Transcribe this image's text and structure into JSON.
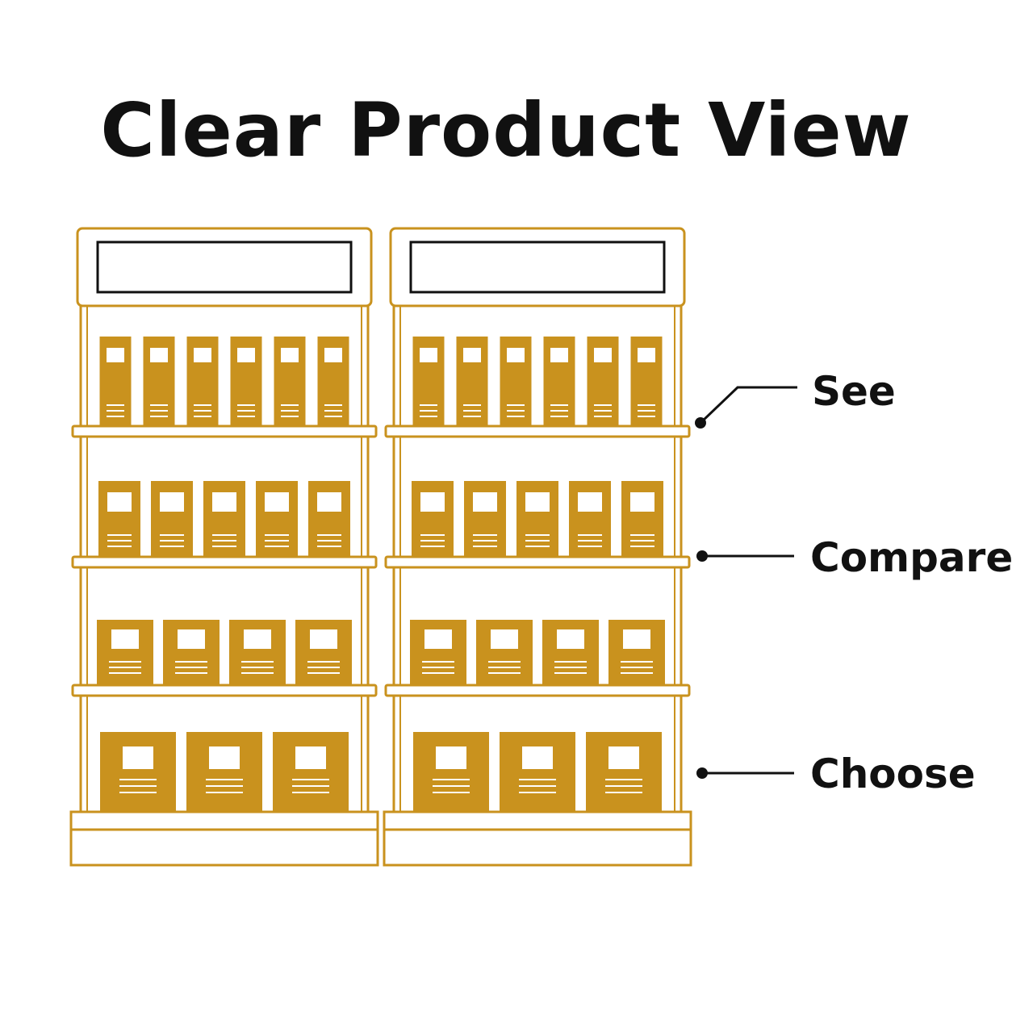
{
  "title": "Clear Product View",
  "colors": {
    "accent": "#C9921E",
    "ink": "#111111",
    "background": "#FFFFFF"
  },
  "shelf_units": [
    {
      "name": "left-unit",
      "rows": [
        {
          "product_count": 6
        },
        {
          "product_count": 5
        },
        {
          "product_count": 4
        },
        {
          "product_count": 3
        }
      ]
    },
    {
      "name": "right-unit",
      "rows": [
        {
          "product_count": 6
        },
        {
          "product_count": 5
        },
        {
          "product_count": 4
        },
        {
          "product_count": 3
        }
      ]
    }
  ],
  "callouts": [
    {
      "key": "see",
      "label": "See"
    },
    {
      "key": "compare",
      "label": "Compare"
    },
    {
      "key": "choose",
      "label": "Choose"
    }
  ]
}
